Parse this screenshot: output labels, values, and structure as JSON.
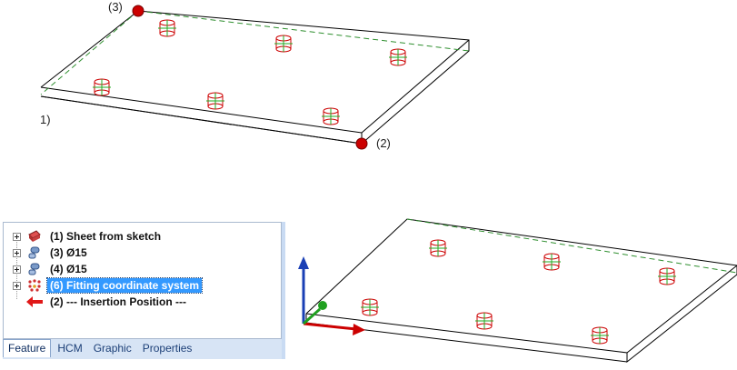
{
  "top_view": {
    "callouts": [
      "(3)",
      "1)",
      "(2)"
    ]
  },
  "feature_tree": {
    "items": [
      {
        "label": "(1) Sheet from sketch",
        "icon": "sheet-icon",
        "expandable": true,
        "selected": false
      },
      {
        "label": "(3) Ø15",
        "icon": "bore-icon",
        "expandable": true,
        "selected": false
      },
      {
        "label": "(4) Ø15",
        "icon": "bore-icon",
        "expandable": true,
        "selected": false
      },
      {
        "label": "(6) Fitting coordinate system",
        "icon": "pattern-icon",
        "expandable": true,
        "selected": true
      },
      {
        "label": "(2) --- Insertion Position ---",
        "icon": "red-arrow-icon",
        "expandable": false,
        "selected": false
      }
    ],
    "tabs": [
      {
        "label": "Feature",
        "active": true
      },
      {
        "label": "HCM",
        "active": false
      },
      {
        "label": "Graphic",
        "active": false
      },
      {
        "label": "Properties",
        "active": false
      }
    ]
  },
  "colors": {
    "edge": "#000000",
    "dashed_edge": "#2f8f2f",
    "point": "#cc0000",
    "selection": "#3399ff",
    "axis_x": "#cc0000",
    "axis_y": "#20a020",
    "axis_z": "#1a3fb5"
  }
}
